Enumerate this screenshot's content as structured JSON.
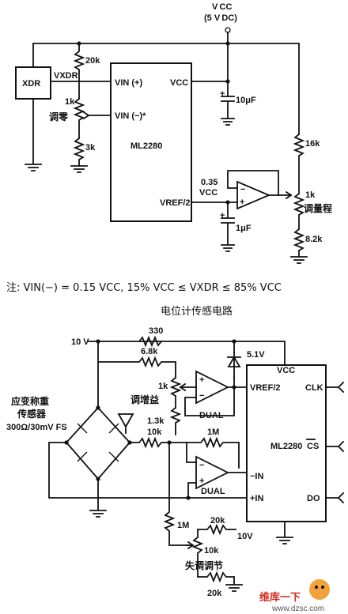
{
  "top": {
    "vcc": "V CC",
    "vcc_sub": "(5 V DC)",
    "xdr": "XDR",
    "vxdr": "VXDR",
    "r20k": "20k",
    "r1k": "1k",
    "zero_adj": "调零",
    "r3k": "3k",
    "vin_plus": "VIN (+)",
    "vin_minus": "VIN (−)*",
    "vcc_pin": "VCC",
    "chip": "ML2280",
    "vref": "VREF/2",
    "cap10": "10μF",
    "r16k": "16k",
    "v035": "0.35",
    "v035b": "VCC",
    "span_r": "1k",
    "span_adj": "调量程",
    "cap1": "1μF",
    "r82k": "8.2k"
  },
  "note": "注: VIN(−) = 0.15 VCC, 15% VCC ≤ VXDR ≤ 85% VCC",
  "caption": "电位计传感电路",
  "bottom": {
    "v10": "10 V",
    "r330": "330",
    "r68k": "6.8k",
    "zener": "5.1V",
    "vcc_pin": "VCC",
    "pot1k": "1k",
    "gain_adj": "调增益",
    "r13k": "1.3k",
    "dual1": "DUAL",
    "vref": "VREF/2",
    "clk": "CLK",
    "sensor1": "应变称重",
    "sensor2": "传感器",
    "sensor3": "300Ω/30mV FS",
    "r10k": "10k",
    "r1m": "1M",
    "cs": "CS",
    "chip": "ML2280",
    "minus_in": "−IN",
    "plus_in": "+IN",
    "dual2": "DUAL",
    "do": "DO",
    "r1m_b": "1M",
    "r20k_a": "20k",
    "v10b": "10V",
    "pot10k": "10k",
    "offset_adj": "失调调节",
    "r20k_b": "20k"
  },
  "watermark": {
    "site": "维库一下",
    "url": "www.dzsc.com"
  }
}
